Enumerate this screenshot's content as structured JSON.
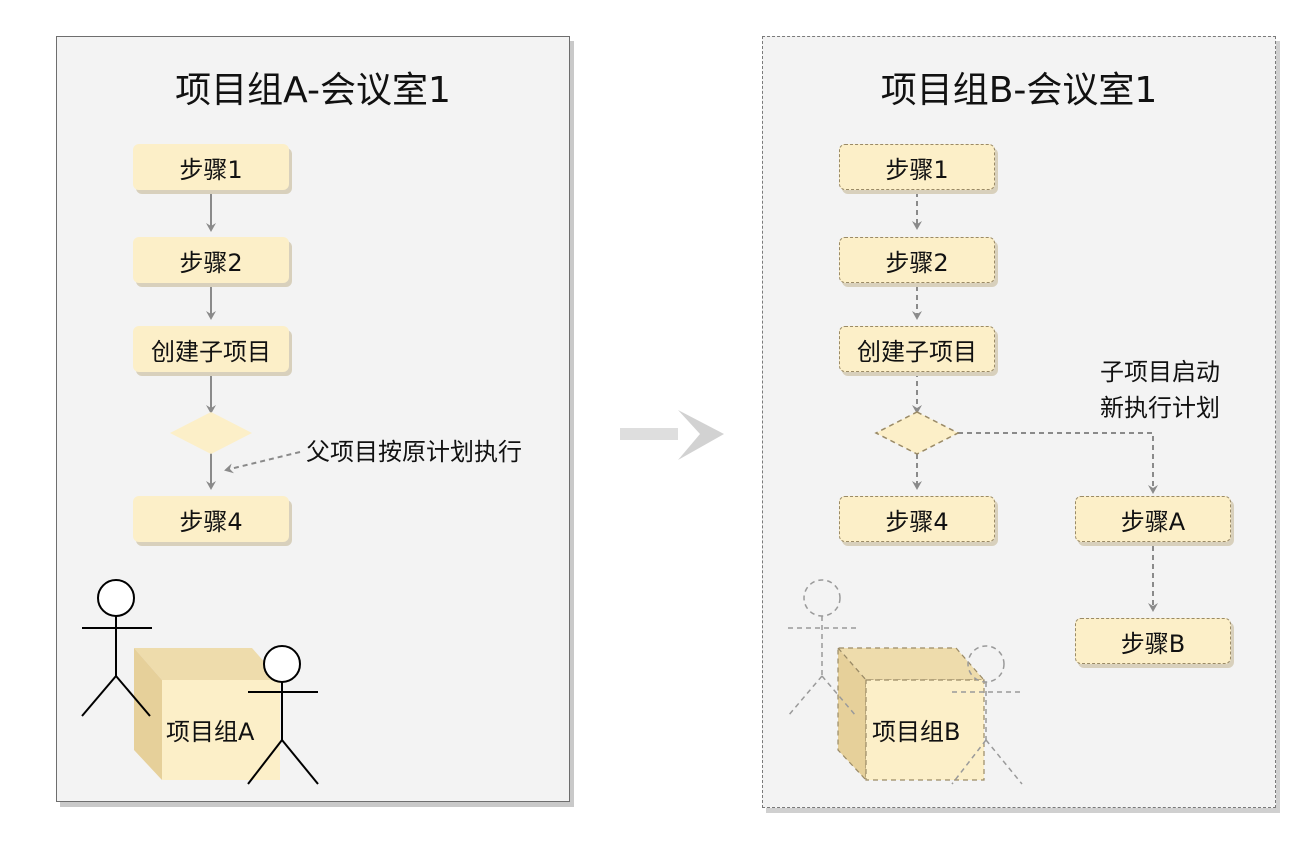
{
  "left_panel": {
    "title": "项目组A-会议室1",
    "steps": [
      "步骤1",
      "步骤2",
      "创建子项目",
      "步骤4"
    ],
    "note": "父项目按原计划执行",
    "team_label": "项目组A"
  },
  "right_panel": {
    "title": "项目组B-会议室1",
    "steps": [
      "步骤1",
      "步骤2",
      "创建子项目",
      "步骤4"
    ],
    "sub_steps": [
      "步骤A",
      "步骤B"
    ],
    "note_line1": "子项目启动",
    "note_line2": "新执行计划",
    "team_label": "项目组B"
  },
  "colors": {
    "step_fill": "#fcefc8",
    "frame_fill": "#f3f3f3",
    "arrow": "#8a8a8a"
  }
}
